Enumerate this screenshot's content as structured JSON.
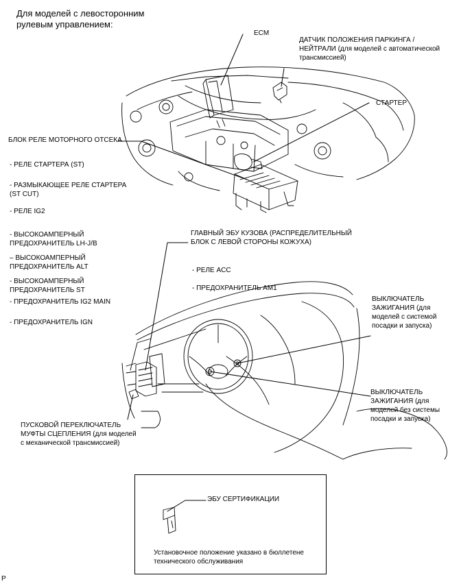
{
  "header": {
    "lines": [
      "Для моделей с левосторонним",
      "рулевым управлением:"
    ]
  },
  "labels": {
    "ecm": "ECM",
    "park_neutral": [
      "ДАТЧИК ПОЛОЖЕНИЯ ПАРКИНГА /",
      "НЕЙТРАЛИ (для моделей с автоматической",
      "трансмиссией)"
    ],
    "starter": "СТАРТЕР",
    "engine_relay_block": "БЛОК РЕЛЕ МОТОРНОГО ОТСЕКА",
    "relay_st": "- РЕЛЕ СТАРТЕРА (ST)",
    "relay_st_cut": [
      "- РАЗМЫКАЮЩЕЕ РЕЛЕ СТАРТЕРА",
      "(ST CUT)"
    ],
    "relay_ig2": "- РЕЛЕ IG2",
    "fuse_lhjb": [
      "- ВЫСОКОАМПЕРНЫЙ",
      "ПРЕДОХРАНИТЕЛЬ LH-J/B"
    ],
    "fuse_alt": [
      "– ВЫСОКОАМПЕРНЫЙ",
      "ПРЕДОХРАНИТЕЛЬ ALT"
    ],
    "fuse_st": [
      "- ВЫСОКОАМПЕРНЫЙ",
      "ПРЕДОХРАНИТЕЛЬ ST"
    ],
    "fuse_ig2_main": "- ПРЕДОХРАНИТЕЛЬ IG2 MAIN",
    "fuse_ign": "- ПРЕДОХРАНИТЕЛЬ IGN",
    "main_body_ecu": [
      "ГЛАВНЫЙ ЭБУ КУЗОВА (РАСПРЕДЕЛИТЕЛЬНЫЙ",
      "БЛОК С ЛЕВОЙ СТОРОНЫ КОЖУХА)"
    ],
    "relay_acc": "- РЕЛЕ ACC",
    "fuse_am1": "- ПРЕДОХРАНИТЕЛЬ AM1",
    "ign_switch_smart": [
      "ВЫКЛЮЧАТЕЛЬ",
      "ЗАЖИГАНИЯ (для",
      "моделей с системой",
      "посадки и запуска)"
    ],
    "ign_switch_nosmart": [
      "ВЫКЛЮЧАТЕЛЬ",
      "ЗАЖИГАНИЯ (для",
      "моделей без системы",
      "посадки и запуска)"
    ],
    "clutch_switch": [
      "ПУСКОВОЙ ПЕРЕКЛЮЧАТЕЛЬ",
      "МУФТЫ СЦЕПЛЕНИЯ (для моделей",
      "с механической трансмиссией)"
    ]
  },
  "inset": {
    "title": "ЭБУ СЕРТИФИКАЦИИ",
    "note": [
      "Установочное положение указано в бюллетене",
      "технического обслуживания"
    ]
  },
  "corner_mark": "P"
}
